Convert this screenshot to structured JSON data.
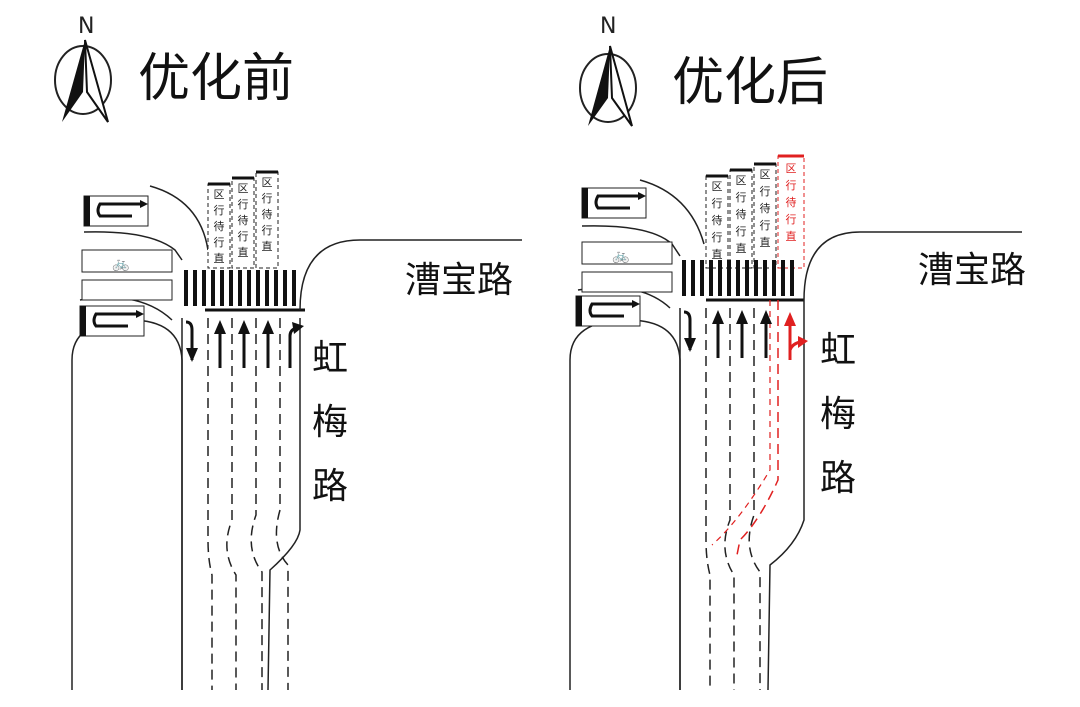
{
  "north_label": "N",
  "panels": {
    "before": {
      "title": "优化前",
      "road_east": "漕宝路",
      "road_north_chars": [
        "虹",
        "梅",
        "路"
      ],
      "waiting_zone_chars": [
        "区",
        "行",
        "待",
        "行",
        "直"
      ],
      "accent": "#000000"
    },
    "after": {
      "title": "优化后",
      "road_east": "漕宝路",
      "road_north_chars": [
        "虹",
        "梅",
        "路"
      ],
      "waiting_zone_chars": [
        "区",
        "行",
        "待",
        "行",
        "直"
      ],
      "accent": "#000000",
      "highlight": "#e02020"
    }
  },
  "colors": {
    "line": "#222222",
    "highlight": "#e02020"
  }
}
